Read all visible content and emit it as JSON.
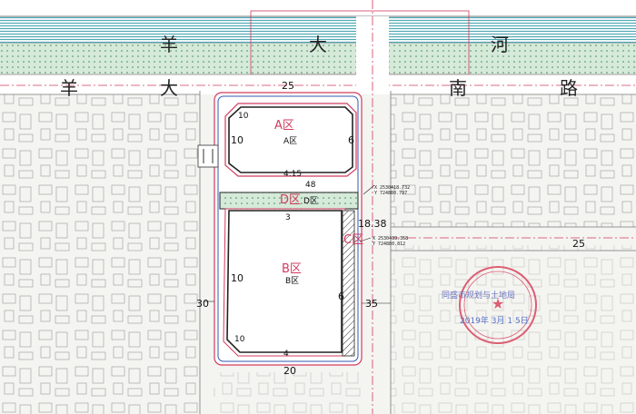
{
  "road_labels": {
    "north_river": [
      "羊",
      "大",
      "河"
    ],
    "north_road": [
      "羊",
      "大",
      "南",
      "路"
    ]
  },
  "zones": {
    "a": {
      "label": "A区",
      "sub": "A区"
    },
    "b": {
      "label": "B区",
      "sub": "B区"
    },
    "c": {
      "label": "C区"
    },
    "d": {
      "label": "D区",
      "sub": "D区"
    }
  },
  "dimensions": {
    "road_top": "25",
    "a_left": "10",
    "a_right": "6",
    "a_corner": "10",
    "mid_upper": "4.15",
    "mid_lower": "3",
    "d_width": "4",
    "right_road": "25",
    "b_left": "10",
    "b_right": "6",
    "b_corner": "10",
    "west_road": "30",
    "east_road": "35",
    "bottom_left": "4",
    "bottom_road": "20",
    "c_width": "18.38",
    "small_a": "48"
  },
  "coordinates": {
    "c1_x": "X 2530418.732",
    "c1_y": "Y 724880.797",
    "c2_x": "X 2530439.358",
    "c2_y": "Y 724880.812"
  },
  "stamp": {
    "org": "同盛市规划与土地局",
    "date": "2019年 3月 1 5日"
  },
  "colors": {
    "river": "#4fa9b4",
    "green": "#cfe7d6",
    "redline": "#d23b5e",
    "blueline": "#3358b0",
    "stamp": "#d8455c"
  }
}
